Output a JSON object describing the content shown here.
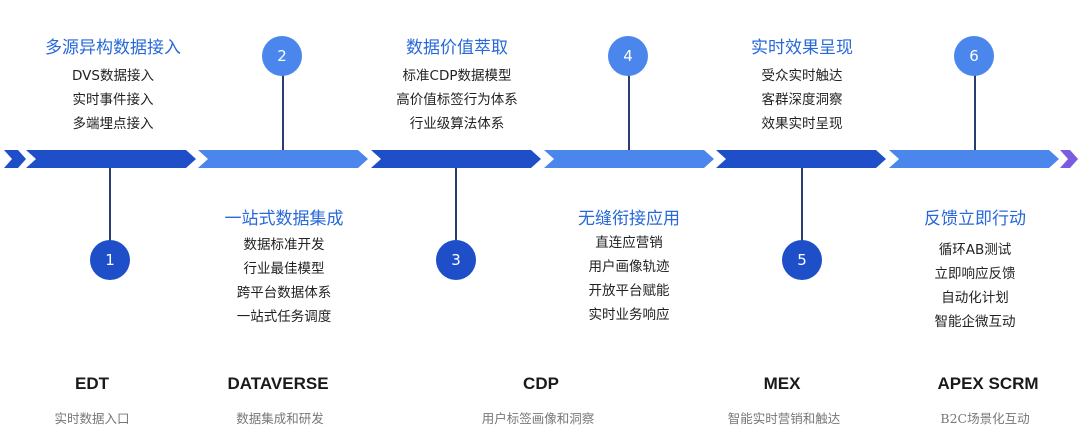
{
  "stages": [
    {
      "number": "1",
      "title": "多源异构数据接入",
      "items": [
        "DVS数据接入",
        "实时事件接入",
        "多端埋点接入"
      ],
      "product": "EDT",
      "desc": "实时数据入口"
    },
    {
      "number": "2",
      "title": "一站式数据集成",
      "items": [
        "数据标准开发",
        "行业最佳模型",
        "跨平台数据体系",
        "一站式任务调度"
      ],
      "product": "DATAVERSE",
      "desc": "数据集成和研发"
    },
    {
      "number": "3",
      "title": "数据价值萃取",
      "items": [
        "标准CDP数据模型",
        "高价值标签行为体系",
        "行业级算法体系"
      ],
      "product": "CDP",
      "desc": "用户标签画像和洞察"
    },
    {
      "number": "4",
      "title": "无缝衔接应用",
      "items": [
        "直连应营销",
        "用户画像轨迹",
        "开放平台赋能",
        "实时业务响应"
      ],
      "product": "",
      "desc": ""
    },
    {
      "number": "5",
      "title": "实时效果呈现",
      "items": [
        "受众实时触达",
        "客群深度洞察",
        "效果实时呈现"
      ],
      "product": "MEX",
      "desc": "智能实时营销和触达"
    },
    {
      "number": "6",
      "title": "反馈立即行动",
      "items": [
        "循环AB测试",
        "立即响应反馈",
        "自动化计划",
        "智能企微互动"
      ],
      "product": "APEX SCRM",
      "desc": "B2C场景化互动"
    }
  ],
  "colors": {
    "dark": "#1e4fc9",
    "light": "#4a86ec",
    "title": "#2868d8"
  }
}
